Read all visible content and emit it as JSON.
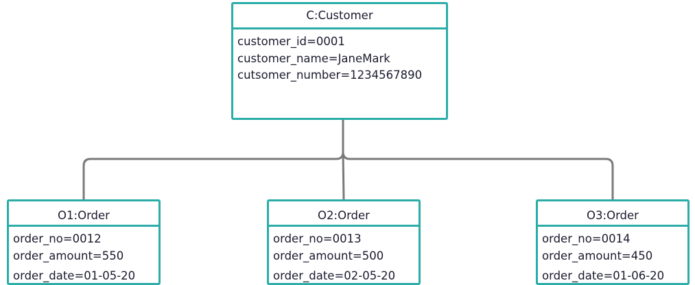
{
  "customer": {
    "title": "C:Customer",
    "attributes": [
      "customer_id=0001",
      "customer_name=JaneMark",
      "cutsomer_number=1234567890"
    ]
  },
  "orders": [
    {
      "title": "O1:Order",
      "attributes": [
        "order_no=0012",
        "order_amount=550",
        "order_date=01-05-20"
      ]
    },
    {
      "title": "O2:Order",
      "attributes": [
        "order_no=0013",
        "order_amount=500",
        "order_date=02-05-20"
      ]
    },
    {
      "title": "O3:Order",
      "attributes": [
        "order_no=0014",
        "order_amount=450",
        "order_date=01-06-20"
      ]
    }
  ],
  "colors": {
    "box_border": "#2aaca8",
    "connector": "#7a7a7a",
    "text": "#1a1a2e"
  }
}
